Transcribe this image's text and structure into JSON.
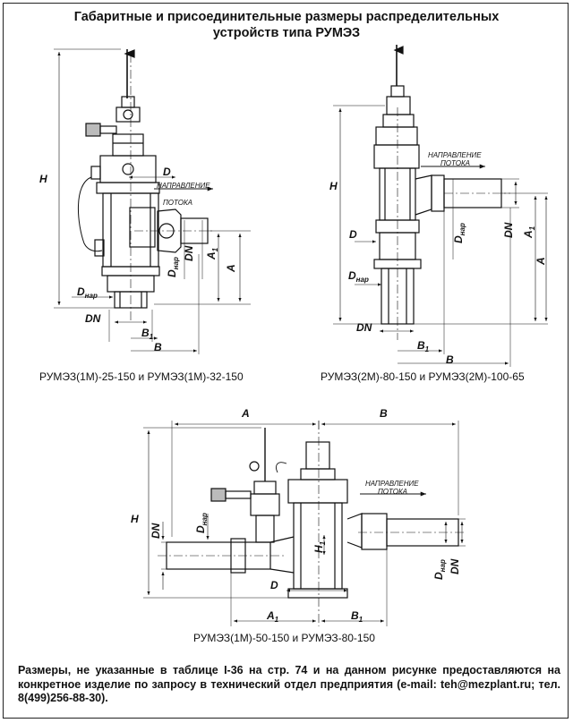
{
  "title_line1": "Габаритные и присоединительные размеры распределительных",
  "title_line2": "устройств типа РУМЭЗ",
  "captions": {
    "fig1": "РУМЭЗ(1М)-25-150 и РУМЭЗ(1М)-32-150",
    "fig2": "РУМЭЗ(2М)-80-150 и РУМЭЗ(2М)-100-65",
    "fig3": "РУМЭЗ(1М)-50-150 и РУМЭЗ-80-150"
  },
  "flow_label": [
    "НАПРАВЛЕНИЕ",
    "ПОТОКА"
  ],
  "dim_labels": {
    "H": "H",
    "D": "D",
    "DN": "DN",
    "A": "A",
    "A1": "A",
    "B": "B",
    "B1": "B",
    "H1": "H",
    "Dnar": "D",
    "sub_1": "1",
    "sub_nar": "нар"
  },
  "note": "Размеры, не указанные в таблице I-36 на стр. 74 и на данном рисунке предоставляются на конкретное изделие по запросу в технический отдел предприятия (e-mail: teh@mezplant.ru; тел. 8(499)256-88-30)."
}
